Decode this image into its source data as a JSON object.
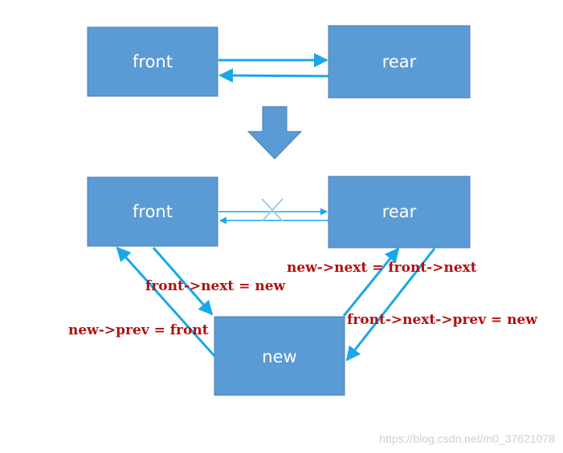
{
  "colors": {
    "node_fill": "#5b9bd5",
    "node_stroke": "#4a7fb0",
    "arrow": "#1aa7e8",
    "cross": "#9ccde8",
    "code_text": "#b01010",
    "watermark": "#cfcfcf"
  },
  "top": {
    "front_label": "front",
    "rear_label": "rear"
  },
  "bottom": {
    "front_label": "front",
    "rear_label": "rear",
    "new_label": "new"
  },
  "annotations": {
    "front_next": "front->next = new",
    "new_prev": "new->prev = front",
    "new_next": "new->next = front->next",
    "front_next_prev": "front->next->prev = new"
  },
  "watermark": "https://blog.csdn.net/m0_37621078",
  "icons": {
    "down_arrow": "transition-down-arrow-icon",
    "removed_link": "cross-icon"
  }
}
